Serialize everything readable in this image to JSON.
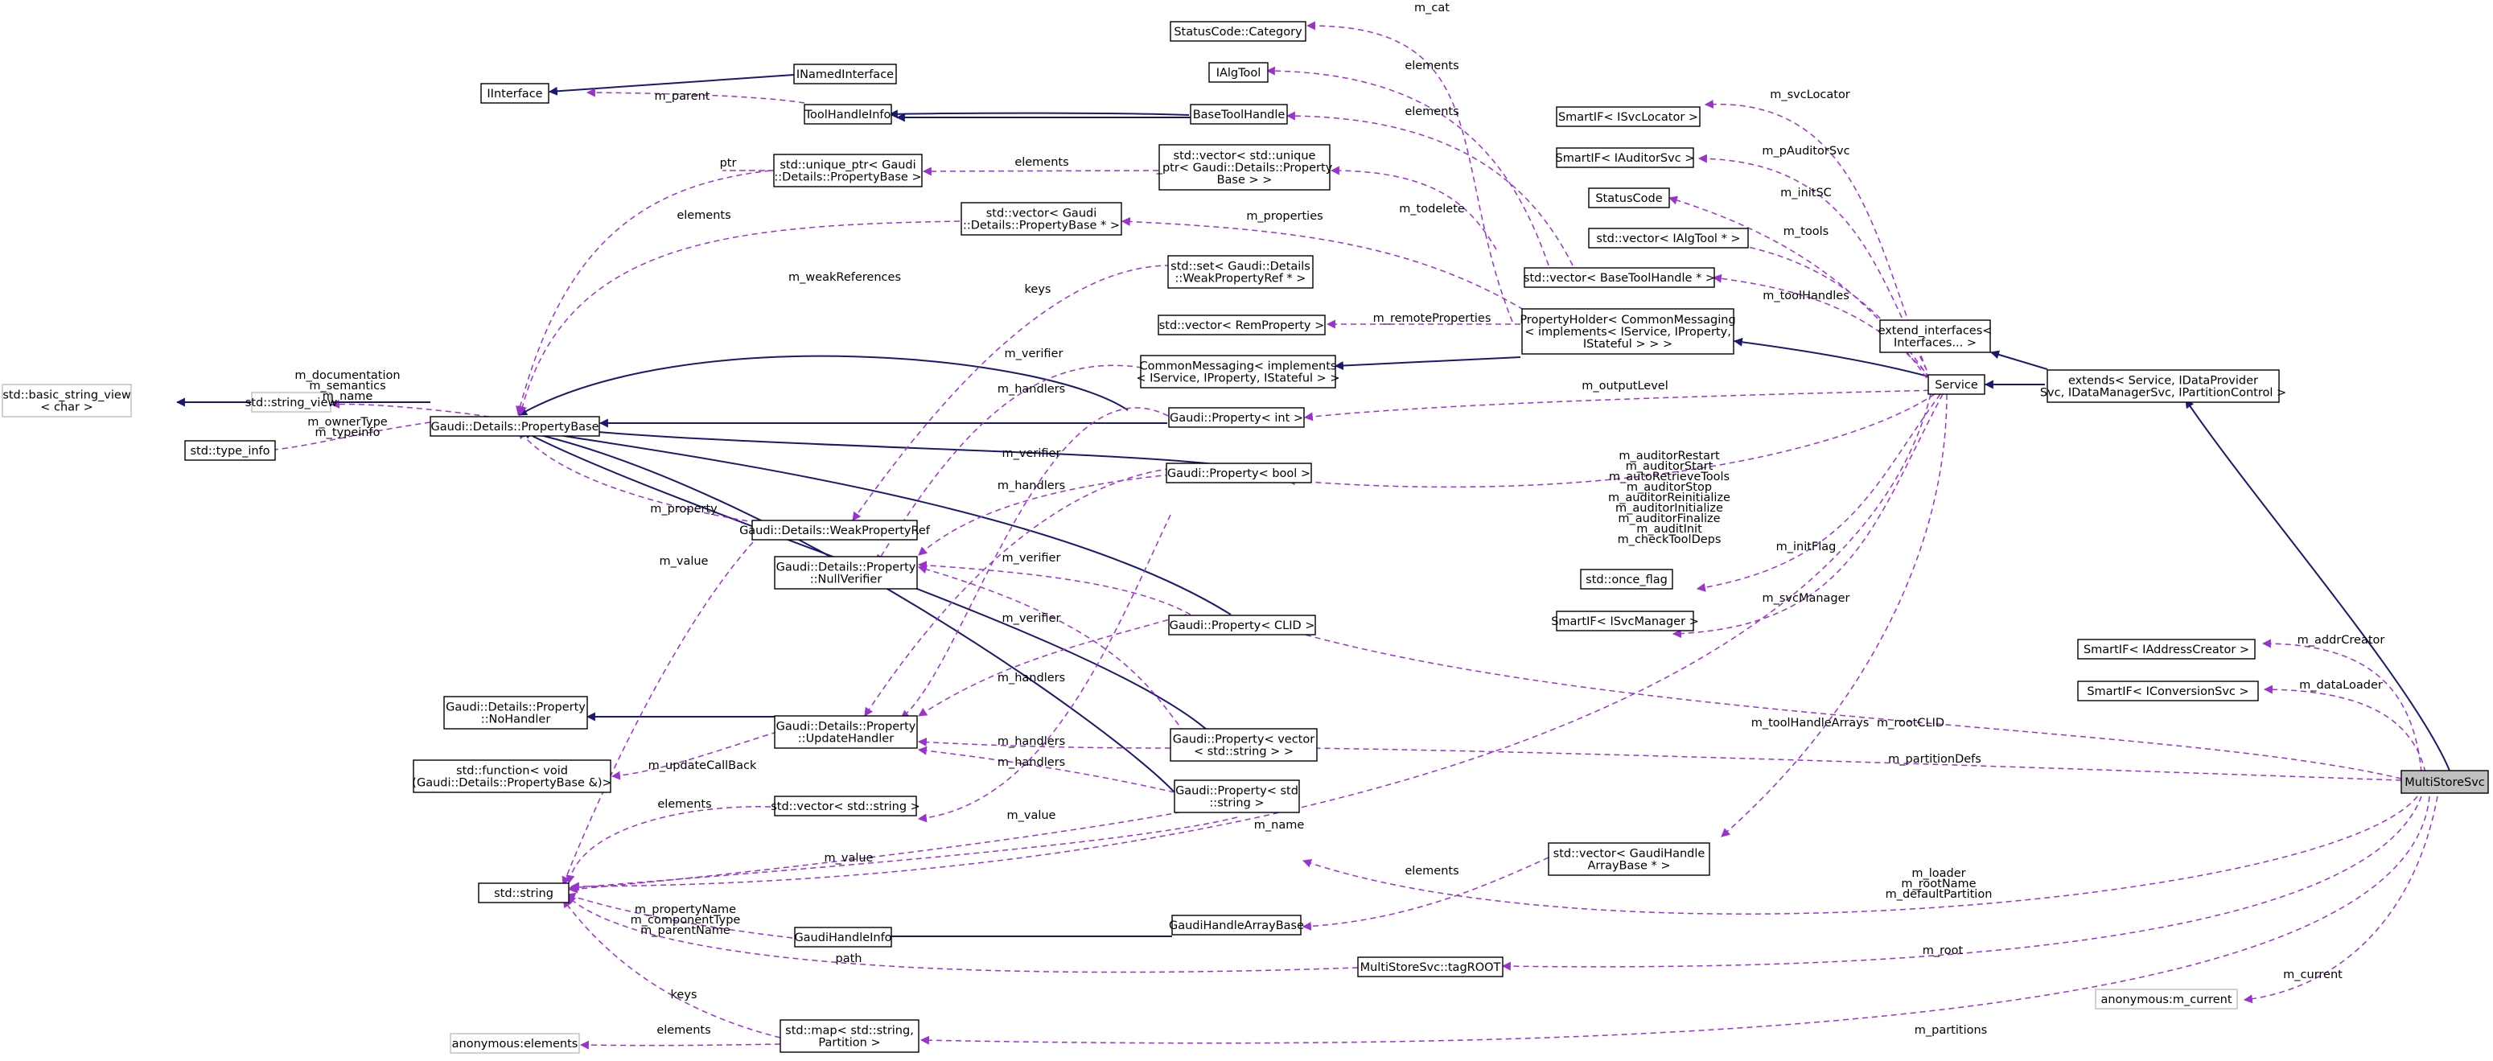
{
  "diagram": {
    "nodes": [
      {
        "id": "multistoresvc",
        "lines": [
          "MultiStoreSvc"
        ],
        "style": "focus"
      },
      {
        "id": "extends",
        "lines": [
          "extends< Service, IDataProvider",
          "Svc, IDataManagerSvc, IPartitionControl >"
        ]
      },
      {
        "id": "extend_interfaces",
        "lines": [
          "extend_interfaces<",
          "Interfaces... >"
        ]
      },
      {
        "id": "service",
        "lines": [
          "Service"
        ]
      },
      {
        "id": "propertyholder",
        "lines": [
          "PropertyHolder< CommonMessaging",
          "< implements< IService, IProperty,",
          "IStateful > > >"
        ]
      },
      {
        "id": "commonmessaging",
        "lines": [
          "CommonMessaging< implements",
          "< IService, IProperty, IStateful > >"
        ]
      },
      {
        "id": "statuscode_category",
        "lines": [
          "StatusCode::Category"
        ]
      },
      {
        "id": "inamedinterface",
        "lines": [
          "INamedInterface"
        ]
      },
      {
        "id": "iinterface",
        "lines": [
          "IInterface"
        ]
      },
      {
        "id": "ialgtool",
        "lines": [
          "IAlgTool"
        ]
      },
      {
        "id": "toolhandleinfo",
        "lines": [
          "ToolHandleInfo"
        ]
      },
      {
        "id": "basetoolhandle",
        "lines": [
          "BaseToolHandle"
        ]
      },
      {
        "id": "vec_unique_ptr",
        "lines": [
          "std::vector< std::unique",
          "_ptr< Gaudi::Details::Property",
          "Base > >"
        ]
      },
      {
        "id": "unique_ptr",
        "lines": [
          "std::unique_ptr< Gaudi",
          "::Details::PropertyBase >"
        ]
      },
      {
        "id": "vec_propbase_ptr",
        "lines": [
          "std::vector< Gaudi",
          "::Details::PropertyBase * >"
        ]
      },
      {
        "id": "set_weakref",
        "lines": [
          "std::set< Gaudi::Details",
          "::WeakPropertyRef * >"
        ]
      },
      {
        "id": "vec_remprop",
        "lines": [
          "std::vector< RemProperty >"
        ]
      },
      {
        "id": "propertybase",
        "lines": [
          "Gaudi::Details::PropertyBase"
        ]
      },
      {
        "id": "string_view",
        "lines": [
          "std::string_view"
        ],
        "style": "gray"
      },
      {
        "id": "basic_string_view",
        "lines": [
          "std::basic_string_view",
          "< char >"
        ],
        "style": "gray"
      },
      {
        "id": "type_info",
        "lines": [
          "std::type_info"
        ]
      },
      {
        "id": "prop_int",
        "lines": [
          "Gaudi::Property< int >"
        ]
      },
      {
        "id": "prop_bool",
        "lines": [
          "Gaudi::Property< bool >"
        ]
      },
      {
        "id": "weakpropertyref",
        "lines": [
          "Gaudi::Details::WeakPropertyRef"
        ]
      },
      {
        "id": "nullverifier",
        "lines": [
          "Gaudi::Details::Property",
          "::NullVerifier"
        ]
      },
      {
        "id": "prop_clid",
        "lines": [
          "Gaudi::Property< CLID >"
        ]
      },
      {
        "id": "nohandler",
        "lines": [
          "Gaudi::Details::Property",
          "::NoHandler"
        ]
      },
      {
        "id": "updatehandler",
        "lines": [
          "Gaudi::Details::Property",
          "::UpdateHandler"
        ]
      },
      {
        "id": "prop_vec_string",
        "lines": [
          "Gaudi::Property< vector",
          "< std::string > >"
        ]
      },
      {
        "id": "std_function",
        "lines": [
          "std::function< void",
          "(Gaudi::Details::PropertyBase &)>"
        ]
      },
      {
        "id": "vec_string",
        "lines": [
          "std::vector< std::string >"
        ]
      },
      {
        "id": "prop_string",
        "lines": [
          "Gaudi::Property< std",
          "::string >"
        ]
      },
      {
        "id": "std_string",
        "lines": [
          "std::string"
        ]
      },
      {
        "id": "gaudihandleinfo",
        "lines": [
          "GaudiHandleInfo"
        ]
      },
      {
        "id": "gaudihandlearraybase",
        "lines": [
          "GaudiHandleArrayBase"
        ]
      },
      {
        "id": "tagroot",
        "lines": [
          "MultiStoreSvc::tagROOT"
        ]
      },
      {
        "id": "anon_elements",
        "lines": [
          "anonymous:elements"
        ],
        "style": "gray"
      },
      {
        "id": "map_partition",
        "lines": [
          "std::map< std::string,",
          "Partition >"
        ]
      },
      {
        "id": "statuscode",
        "lines": [
          "StatusCode"
        ]
      },
      {
        "id": "smartif_isvclocator",
        "lines": [
          "SmartIF< ISvcLocator >"
        ]
      },
      {
        "id": "smartif_iauditorsvc",
        "lines": [
          "SmartIF< IAuditorSvc >"
        ]
      },
      {
        "id": "vec_ialgtool",
        "lines": [
          "std::vector< IAlgTool * >"
        ]
      },
      {
        "id": "vec_basetoolhandle",
        "lines": [
          "std::vector< BaseToolHandle * >"
        ]
      },
      {
        "id": "once_flag",
        "lines": [
          "std::once_flag"
        ]
      },
      {
        "id": "smartif_isvcmanager",
        "lines": [
          "SmartIF< ISvcManager >"
        ]
      },
      {
        "id": "vec_gaudihandlearraybase",
        "lines": [
          "std::vector< GaudiHandle",
          "ArrayBase * >"
        ]
      },
      {
        "id": "smartif_iaddresscreator",
        "lines": [
          "SmartIF< IAddressCreator >"
        ]
      },
      {
        "id": "smartif_iconversionsvc",
        "lines": [
          "SmartIF< IConversionSvc >"
        ]
      },
      {
        "id": "anon_m_current",
        "lines": [
          "anonymous:m_current"
        ],
        "style": "gray"
      }
    ],
    "edge_labels": [
      {
        "id": "m_cat",
        "lines": [
          "m_cat"
        ]
      },
      {
        "id": "elements_ialgtool",
        "lines": [
          "elements"
        ]
      },
      {
        "id": "m_parent",
        "lines": [
          "m_parent"
        ]
      },
      {
        "id": "elements_basetoolhandle",
        "lines": [
          "elements"
        ]
      },
      {
        "id": "m_svclocator",
        "lines": [
          "m_svcLocator"
        ]
      },
      {
        "id": "ptr",
        "lines": [
          "ptr"
        ]
      },
      {
        "id": "elements_unique_ptr",
        "lines": [
          "elements"
        ]
      },
      {
        "id": "m_todelete",
        "lines": [
          "m_todelete"
        ]
      },
      {
        "id": "m_pauditorsvc",
        "lines": [
          "m_pAuditorSvc"
        ]
      },
      {
        "id": "elements_propbase_ptr",
        "lines": [
          "elements"
        ]
      },
      {
        "id": "m_properties",
        "lines": [
          "m_properties"
        ]
      },
      {
        "id": "m_initsc",
        "lines": [
          "m_initSC"
        ]
      },
      {
        "id": "m_tools",
        "lines": [
          "m_tools"
        ]
      },
      {
        "id": "m_weakreferences",
        "lines": [
          "m_weakReferences"
        ]
      },
      {
        "id": "keys_set",
        "lines": [
          "keys"
        ]
      },
      {
        "id": "m_toolhandles",
        "lines": [
          "m_toolHandles"
        ]
      },
      {
        "id": "m_remoteproperties",
        "lines": [
          "m_remoteProperties"
        ]
      },
      {
        "id": "m_verifier_int",
        "lines": [
          "m_verifier"
        ]
      },
      {
        "id": "m_documentation",
        "lines": [
          "m_documentation",
          "m_semantics",
          "m_name"
        ]
      },
      {
        "id": "m_handlers_int",
        "lines": [
          "m_handlers"
        ]
      },
      {
        "id": "m_outputlevel",
        "lines": [
          "m_outputLevel"
        ]
      },
      {
        "id": "m_ownertype",
        "lines": [
          "m_ownerType",
          "m_typeinfo"
        ]
      },
      {
        "id": "m_auditors",
        "lines": [
          "m_auditorRestart",
          "m_auditorStart",
          "m_autoRetrieveTools",
          "m_auditorStop",
          "m_auditorReinitialize",
          "m_auditorInitialize",
          "m_auditorFinalize",
          "m_auditInit",
          "m_checkToolDeps"
        ]
      },
      {
        "id": "m_verifier_bool",
        "lines": [
          "m_verifier"
        ]
      },
      {
        "id": "m_handlers_bool",
        "lines": [
          "m_handlers"
        ]
      },
      {
        "id": "m_property",
        "lines": [
          "m_property"
        ]
      },
      {
        "id": "m_value_weak",
        "lines": [
          "m_value"
        ]
      },
      {
        "id": "m_initflag",
        "lines": [
          "m_initFlag"
        ]
      },
      {
        "id": "m_verifier_clid",
        "lines": [
          "m_verifier"
        ]
      },
      {
        "id": "m_svcmanager",
        "lines": [
          "m_svcManager"
        ]
      },
      {
        "id": "m_verifier_vec",
        "lines": [
          "m_verifier"
        ]
      },
      {
        "id": "m_addrcreator",
        "lines": [
          "m_addrCreator"
        ]
      },
      {
        "id": "m_handlers_clid",
        "lines": [
          "m_handlers"
        ]
      },
      {
        "id": "m_dataloader",
        "lines": [
          "m_dataLoader"
        ]
      },
      {
        "id": "m_toolhandlearrays",
        "lines": [
          "m_toolHandleArrays"
        ]
      },
      {
        "id": "m_rootclid",
        "lines": [
          "m_rootCLID"
        ]
      },
      {
        "id": "m_handlers_vec",
        "lines": [
          "m_handlers"
        ]
      },
      {
        "id": "m_partitiondefs",
        "lines": [
          "m_partitionDefs"
        ]
      },
      {
        "id": "m_updatecallback",
        "lines": [
          "m_updateCallBack"
        ]
      },
      {
        "id": "m_handlers_str",
        "lines": [
          "m_handlers"
        ]
      },
      {
        "id": "elements_vec_string",
        "lines": [
          "elements"
        ]
      },
      {
        "id": "m_value_vec",
        "lines": [
          "m_value"
        ]
      },
      {
        "id": "m_name",
        "lines": [
          "m_name"
        ]
      },
      {
        "id": "m_value_str",
        "lines": [
          "m_value"
        ]
      },
      {
        "id": "elements_gha",
        "lines": [
          "elements"
        ]
      },
      {
        "id": "m_loader",
        "lines": [
          "m_loader",
          "m_rootName",
          "m_defaultPartition"
        ]
      },
      {
        "id": "m_propertyname",
        "lines": [
          "m_propertyName",
          "m_componentType",
          "m_parentName"
        ]
      },
      {
        "id": "path",
        "lines": [
          "path"
        ]
      },
      {
        "id": "m_root",
        "lines": [
          "m_root"
        ]
      },
      {
        "id": "keys_map",
        "lines": [
          "keys"
        ]
      },
      {
        "id": "m_current",
        "lines": [
          "m_current"
        ]
      },
      {
        "id": "elements_map",
        "lines": [
          "elements"
        ]
      },
      {
        "id": "m_partitions",
        "lines": [
          "m_partitions"
        ]
      }
    ]
  }
}
